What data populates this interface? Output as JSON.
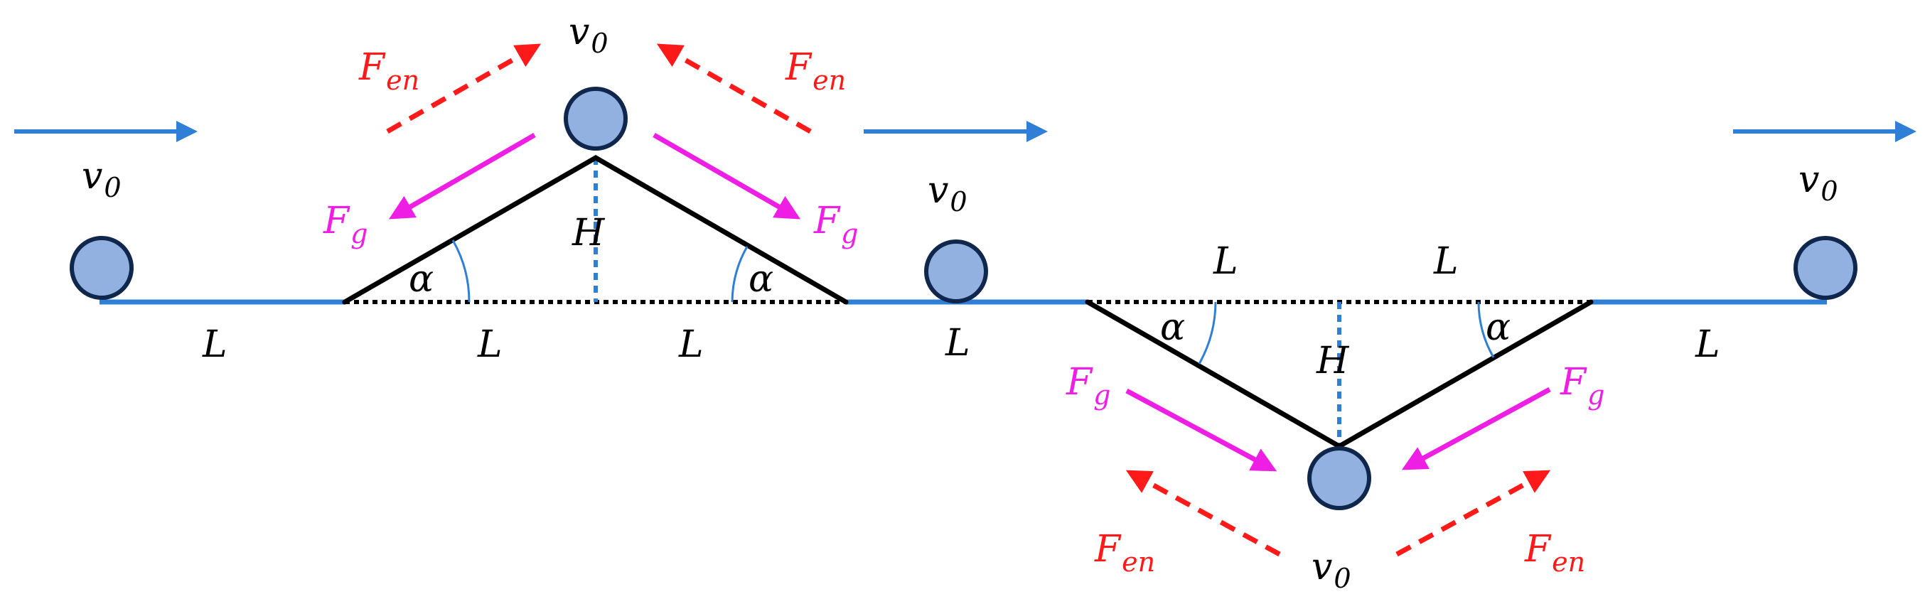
{
  "labels": {
    "v0": {
      "main": "v",
      "sub": "0"
    },
    "L": "L",
    "H": "H",
    "alpha": "α",
    "Fg": {
      "main": "F",
      "sub": "g"
    },
    "Fen": {
      "main": "F",
      "sub": "en"
    }
  },
  "colors": {
    "track": "#2f7fd6",
    "ball_fill": "#92b1e0",
    "ball_stroke": "#10274d",
    "incline": "#000000",
    "force_fg": "#ee1ee4",
    "force_fen": "#ff1a1a",
    "velocity": "#2f7fd6"
  }
}
